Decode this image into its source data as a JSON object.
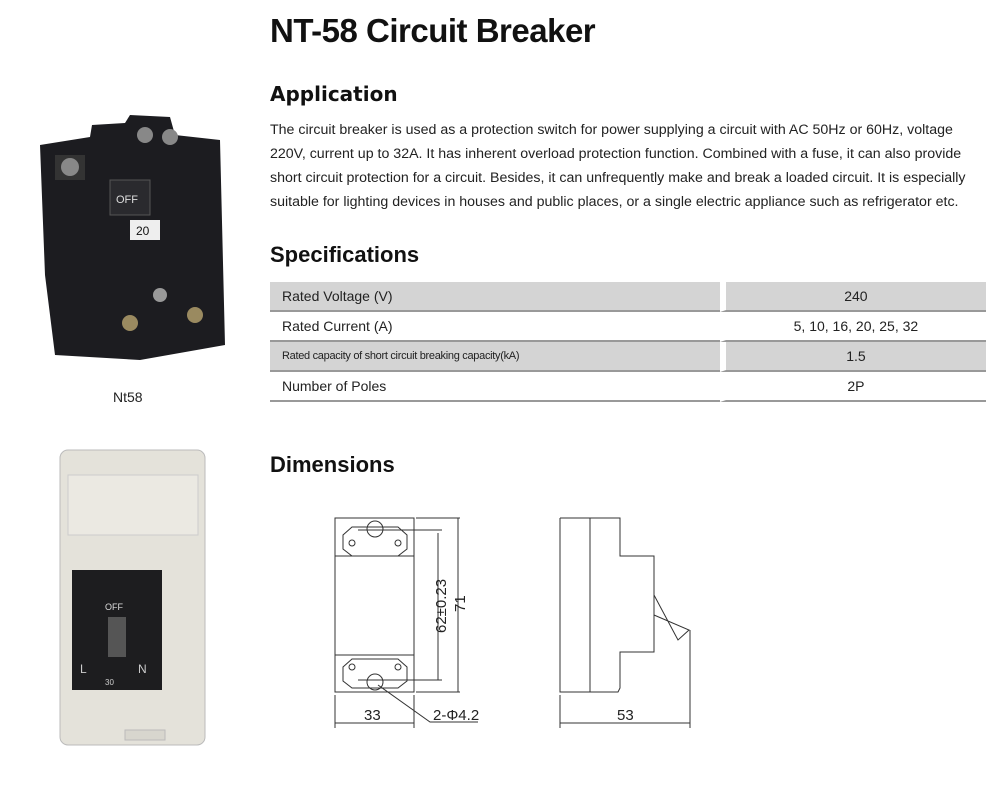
{
  "title": "NT-58 Circuit Breaker",
  "application": {
    "heading": "Application",
    "text": "The circuit breaker is used as a protection switch for power supplying a circuit with AC 50Hz or 60Hz, voltage 220V, current up to 32A. It has inherent overload protection function. Combined with a fuse, it can also provide short circuit protection for a circuit. Besides, it can unfrequently make and break a loaded circuit. It is especially suitable for lighting devices in houses and public places, or a single electric appliance such as refrigerator etc."
  },
  "specifications": {
    "heading": "Specifications",
    "rows": [
      {
        "label": "Rated Voltage (V)",
        "value": "240"
      },
      {
        "label": "Rated Current (A)",
        "value": "5, 10, 16, 20, 25, 32"
      },
      {
        "label": "Rated capacity of short circuit breaking capacity(kA)",
        "value": "1.5"
      },
      {
        "label": "Number of Poles",
        "value": "2P"
      }
    ]
  },
  "product_caption": "Nt58",
  "product_labels": {
    "off": "OFF",
    "rating": "20",
    "off2": "OFF",
    "rating2": "30",
    "l": "L",
    "n": "N"
  },
  "dimensions": {
    "heading": "Dimensions",
    "hole_spacing": "62±0.23",
    "height": "71",
    "width": "33",
    "holes": "2-Φ4.2",
    "depth": "53"
  }
}
